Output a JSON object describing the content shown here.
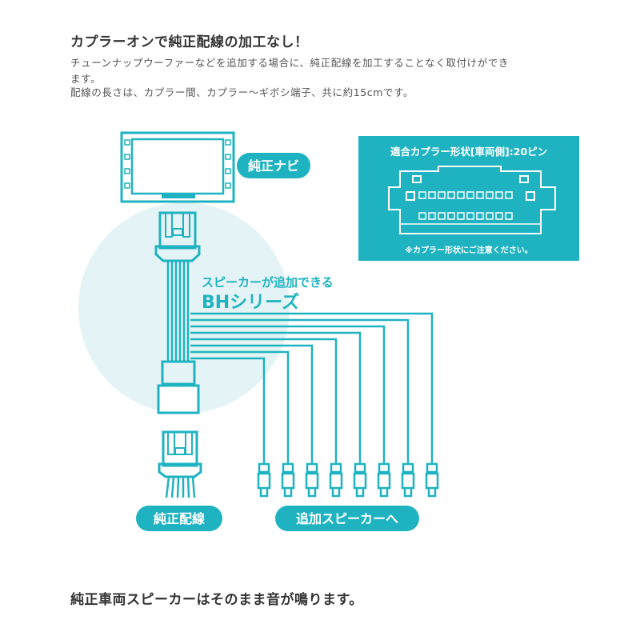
{
  "colors": {
    "teal": "#1fb3c1",
    "light_circle": "#e3f3f6",
    "dark_text": "#333333",
    "body_text": "#555555"
  },
  "header": {
    "title": "カプラーオンで純正配線の加工なし！",
    "lines": [
      "チューンナップウーファーなどを追加する場合に、純正配線を加工することなく取付けができ",
      "ます。",
      "配線の長さは、カプラー間、カプラー～ギボシ端子、共に約15cmです。"
    ]
  },
  "diagram": {
    "nav_label": "純正ナビ",
    "series_subtitle": "スピーカーが追加できる",
    "series_title": "BHシリーズ",
    "coupler_box": {
      "title": "適合カプラー形状[車両側]:20ピン",
      "note": "※カプラー形状にご注意ください。"
    },
    "oem_wiring_label": "純正配線",
    "add_speaker_label": "追加スピーカーへ",
    "terminal_icon": "gibosi-terminal-icon",
    "wire_count": 8
  },
  "footer": {
    "text": "純正車両スピーカーはそのまま音が鳴ります。"
  }
}
